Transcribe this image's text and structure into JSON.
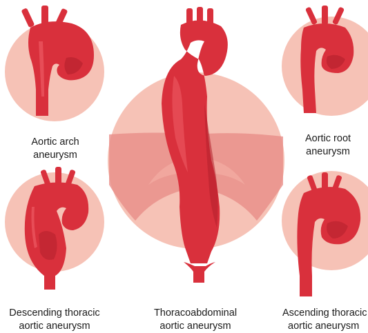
{
  "palette": {
    "circle": "#f6c2b6",
    "circle_band": "#e98d88",
    "aorta": "#d9303c",
    "aorta_dark": "#b3202c",
    "aorta_light": "#ec5a62",
    "text": "#1a1a1a",
    "background": "#ffffff"
  },
  "panels": [
    {
      "id": "arch",
      "line1": "Aortic arch",
      "line2": "aneurysm"
    },
    {
      "id": "root",
      "line1": "Aortic root",
      "line2": "aneurysm"
    },
    {
      "id": "descending",
      "line1": "Descending thoracic",
      "line2": "aortic aneurysm"
    },
    {
      "id": "thoracoabdominal",
      "line1": "Thoracoabdominal",
      "line2": "aortic aneurysm"
    },
    {
      "id": "ascending",
      "line1": "Ascending thoracic",
      "line2": "aortic aneurysm"
    }
  ]
}
